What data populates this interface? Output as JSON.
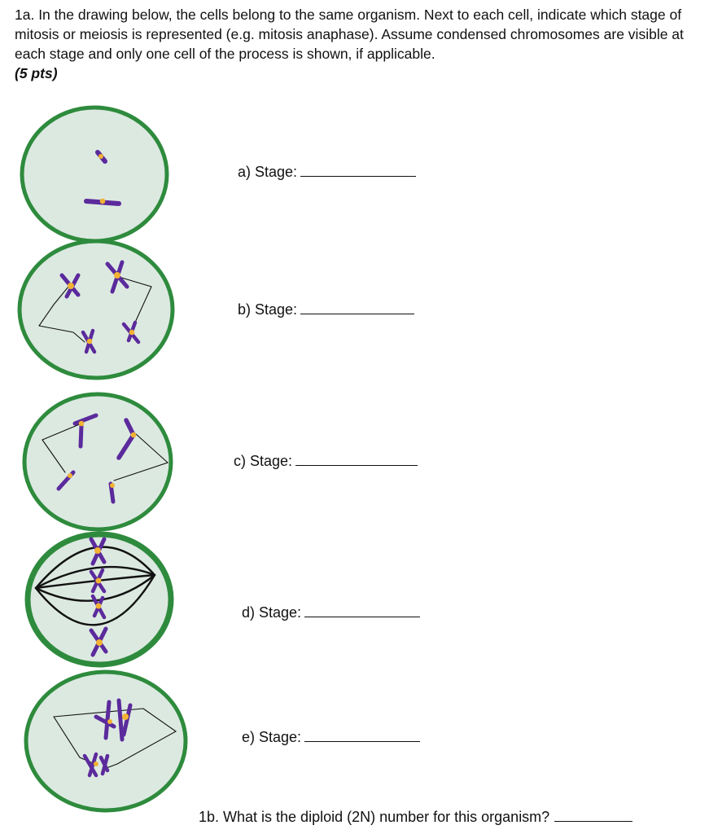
{
  "question_1a": {
    "text": "1a. In the drawing below, the cells belong to the same organism. Next to each cell, indicate which stage of mitosis or meiosis is represented (e.g. mitosis anaphase). Assume condensed chromosomes are visible at each stage and only one cell of the process is shown, if applicable.",
    "points_open": "(",
    "points": "5 pts",
    "points_close": ")"
  },
  "stages": [
    {
      "label": "a) Stage:"
    },
    {
      "label": "b) Stage:"
    },
    {
      "label": "c) Stage:"
    },
    {
      "label": "d) Stage:"
    },
    {
      "label": "e) Stage:"
    }
  ],
  "question_1b": {
    "text": "1b. What is the diploid (2N) number for this organism?"
  },
  "colors": {
    "cell_fill": "#dce9e1",
    "cell_border": "#2e8b3d",
    "chromosome": "#5b2a9c",
    "centromere": "#f2b233",
    "spindle": "#111111"
  }
}
